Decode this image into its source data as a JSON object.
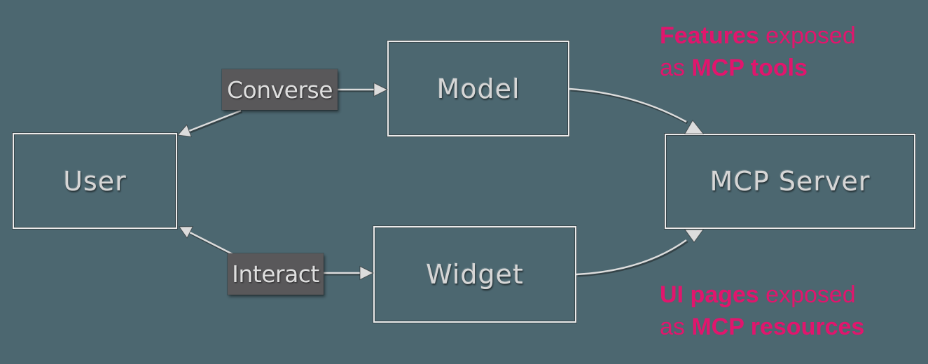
{
  "colors": {
    "bg": "#4C6770",
    "accent": "#E1156D",
    "line": "#DCDCDC",
    "box-border": "#EBEBEB",
    "chip-bg": "#59585A",
    "node-text": "#D6D6D6"
  },
  "nodes": {
    "user": {
      "label": "User"
    },
    "model": {
      "label": "Model"
    },
    "widget": {
      "label": "Widget"
    },
    "mcp_server": {
      "label": "MCP Server"
    }
  },
  "edge_labels": {
    "converse": {
      "label": "Converse"
    },
    "interact": {
      "label": "Interact"
    }
  },
  "annotations": {
    "features": {
      "line1_bold": "Features",
      "line1_rest": " exposed",
      "line2_start": "as ",
      "line2_bold": "MCP tools"
    },
    "ui_pages": {
      "line1_bold": "UI pages",
      "line1_rest": " exposed",
      "line2_start": "as ",
      "line2_bold": "MCP resources"
    }
  }
}
